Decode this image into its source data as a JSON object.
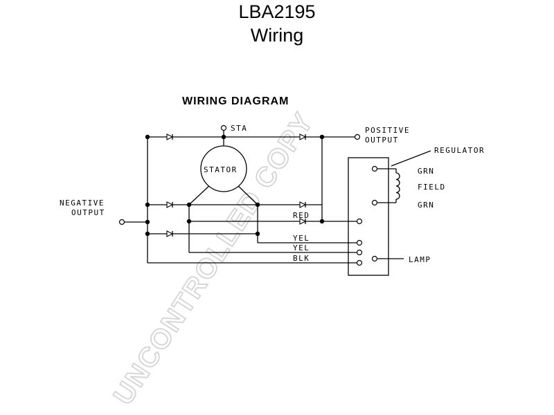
{
  "title": {
    "part_number": "LBA2195",
    "subtitle": "Wiring"
  },
  "diagram": {
    "heading": "WIRING DIAGRAM",
    "labels": {
      "sta": "STA",
      "positive_output_1": "POSITIVE",
      "positive_output_2": "OUTPUT",
      "regulator": "REGULATOR",
      "stator": "STATOR",
      "negative_output_1": "NEGATIVE",
      "negative_output_2": "OUTPUT",
      "red": "RED",
      "yel_1": "YEL",
      "yel_2": "YEL",
      "blk": "BLK",
      "grn_top": "GRN",
      "field": "FIELD",
      "grn_bottom": "GRN",
      "lamp": "LAMP"
    }
  },
  "watermark": "UNCONTROLLED COPY"
}
